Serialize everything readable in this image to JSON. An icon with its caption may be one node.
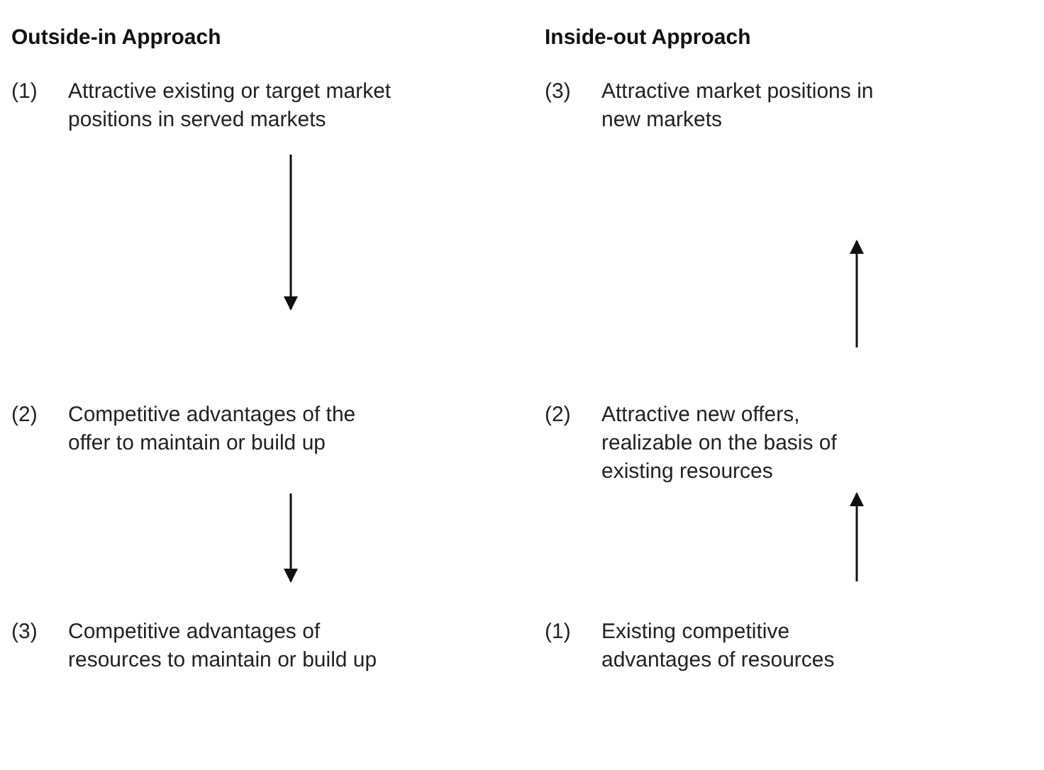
{
  "diagram": {
    "nodes": [
      {
        "text": [
          "(1)",
          "Attractive existing or target market positions in served markets"
        ]
      },
      {
        "text": [
          "(3)",
          "Attractive market positions in new markets"
        ]
      },
      {
        "text": [
          "(2)",
          "Competitive advantages of the offer to maintain or build up"
        ]
      },
      {
        "text": [
          "(2)",
          "Attractive new offers, realizable on the basis of existing resources"
        ]
      },
      {
        "text": [
          "(3)",
          "Competitive advantages of resources to maintain or build up"
        ]
      },
      {
        "text": [
          "(1)",
          "Existing competitive advantages of resources"
        ]
      }
    ],
    "edges": [
      {
        "from": 0,
        "to": 2,
        "arrow": "to"
      },
      {
        "from": 2,
        "to": 4,
        "arrow": "to"
      },
      {
        "from": 3,
        "to": 1,
        "arrow": "to"
      },
      {
        "from": 5,
        "to": 3,
        "arrow": "to"
      }
    ],
    "labels": [
      "Outside-in Approach",
      "Inside-out Approach"
    ]
  }
}
